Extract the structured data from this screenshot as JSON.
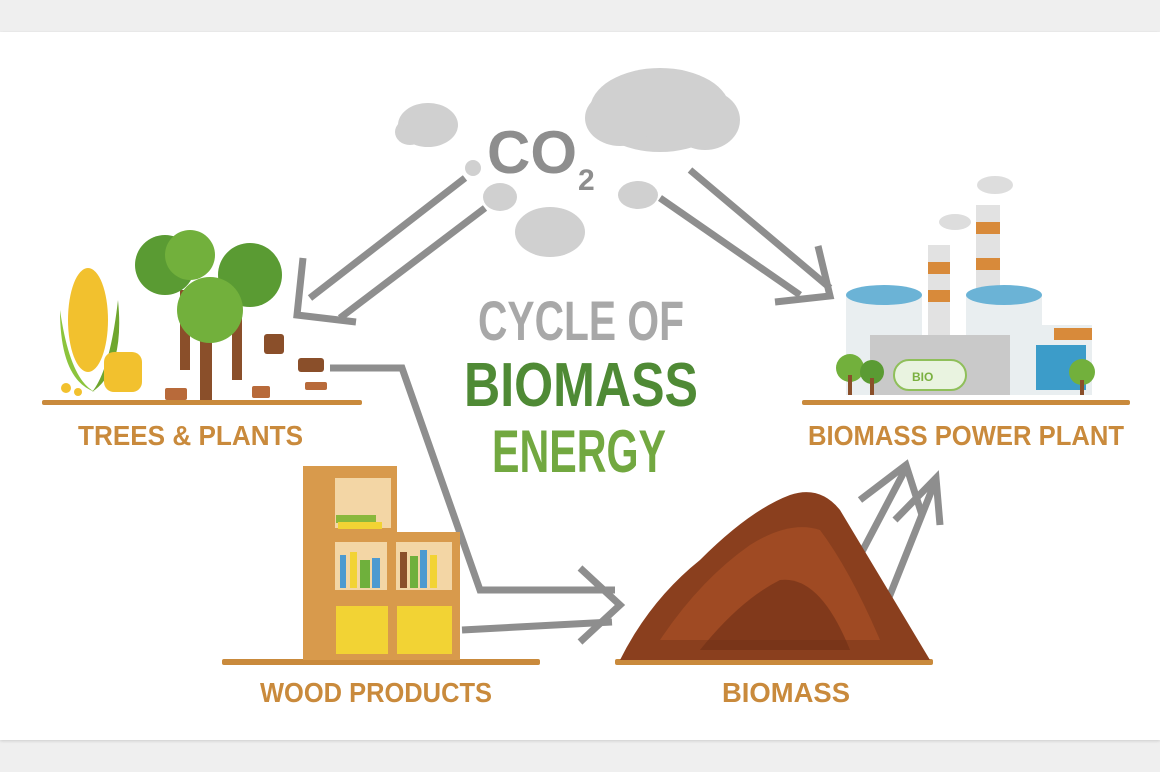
{
  "diagram": {
    "co2": {
      "main": "CO",
      "sub": "2"
    },
    "title": {
      "line1": "CYCLE OF",
      "line2": "BIOMASS",
      "line3": "ENERGY"
    },
    "nodes": {
      "trees": "TREES & PLANTS",
      "power_plant": "BIOMASS POWER PLANT",
      "wood_products": "WOOD PRODUCTS",
      "biomass": "BIOMASS"
    },
    "plant_tank_label": "BIO"
  },
  "colors": {
    "label": "#c98a3c",
    "title_grey": "#a8a8a8",
    "title_dark_green": "#4f8a35",
    "title_green": "#72a840",
    "arrow": "#8e8e8e"
  }
}
